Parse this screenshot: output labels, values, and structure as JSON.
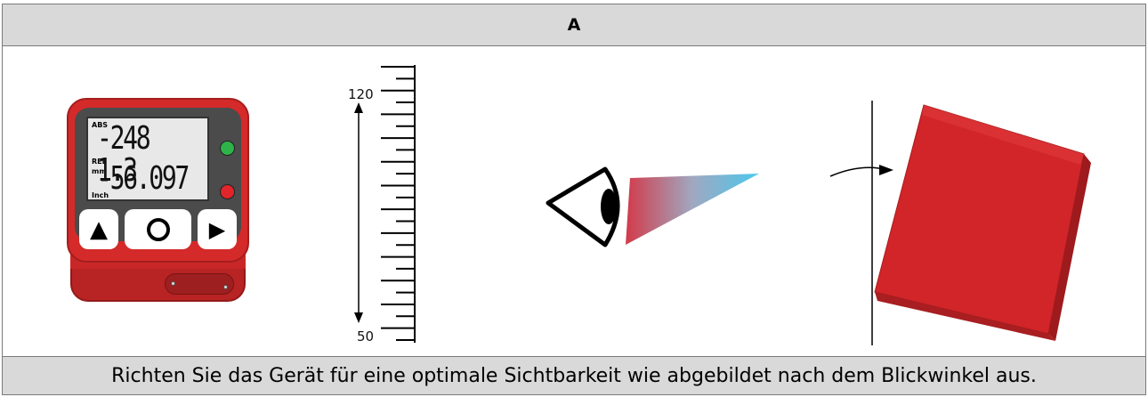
{
  "header": {
    "title": "A"
  },
  "device": {
    "lcd_labels": {
      "abs": "ABS",
      "rel": "REL",
      "mm": "mm",
      "inch": "Inch"
    },
    "line1": "-248 1.3",
    "line2": "-56.097"
  },
  "ruler": {
    "top_label": "120",
    "bottom_label": "50"
  },
  "footer": {
    "caption": "Richten Sie das Gerät für eine optimale Sichtbarkeit wie abgebildet nach dem Blickwinkel aus."
  },
  "colors": {
    "device_red": "#d42a2a",
    "block_red": "#d22529",
    "led_green": "#2db34a",
    "led_red": "#e0262a"
  }
}
